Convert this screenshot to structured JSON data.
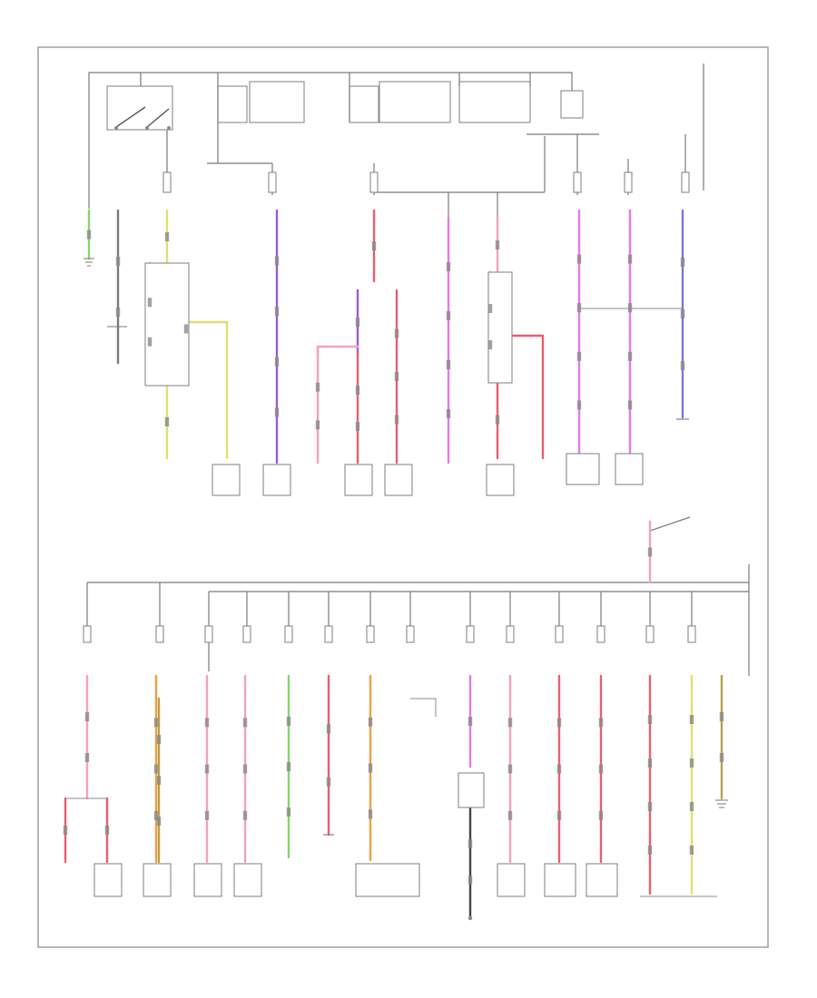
{
  "diagram": {
    "footer_code": "",
    "colors": {
      "line": "#7a7a7a",
      "frame": "#9a9a9a",
      "wire_pink": "#f2a3b8",
      "wire_red": "#e95f6f",
      "wire_magenta": "#e678e6",
      "wire_violet": "#9a5fc9",
      "wire_blue": "#7777e6",
      "wire_green": "#86d66e",
      "wire_yellow": "#e0e070",
      "wire_orange": "#f0a040",
      "wire_olive": "#b8a14a",
      "wire_gray": "#7a7a7a",
      "wire_dark": "#444444"
    },
    "upper_wires": [
      {
        "id": "w-green-left",
        "color": "wire_green"
      },
      {
        "id": "w-gray-left",
        "color": "wire_gray"
      },
      {
        "id": "w-yellow-1",
        "color": "wire_yellow"
      },
      {
        "id": "w-pink-module",
        "color": "wire_pink"
      },
      {
        "id": "w-violet-1",
        "color": "wire_violet"
      },
      {
        "id": "w-violet-2",
        "color": "wire_violet"
      },
      {
        "id": "w-pink-2",
        "color": "wire_pink"
      },
      {
        "id": "w-red-1",
        "color": "wire_red"
      },
      {
        "id": "w-magenta-1",
        "color": "wire_magenta"
      },
      {
        "id": "w-pink-3",
        "color": "wire_pink"
      },
      {
        "id": "w-red-2",
        "color": "wire_red"
      },
      {
        "id": "w-magenta-2",
        "color": "wire_magenta"
      },
      {
        "id": "w-magenta-3",
        "color": "wire_magenta"
      },
      {
        "id": "w-blue-1",
        "color": "wire_blue"
      }
    ],
    "lower_wires": [
      {
        "id": "l-pink-1",
        "color": "wire_pink"
      },
      {
        "id": "l-orange-1",
        "color": "wire_orange"
      },
      {
        "id": "l-pink-2",
        "color": "wire_pink"
      },
      {
        "id": "l-pink-3",
        "color": "wire_pink"
      },
      {
        "id": "l-green-1",
        "color": "wire_green"
      },
      {
        "id": "l-red-1",
        "color": "wire_red"
      },
      {
        "id": "l-orange-2",
        "color": "wire_orange"
      },
      {
        "id": "l-magenta-1",
        "color": "wire_magenta"
      },
      {
        "id": "l-pink-4",
        "color": "wire_pink"
      },
      {
        "id": "l-red-2",
        "color": "wire_red"
      },
      {
        "id": "l-pink-5",
        "color": "wire_pink"
      },
      {
        "id": "l-yellow-1",
        "color": "wire_yellow"
      },
      {
        "id": "l-olive-1",
        "color": "wire_olive"
      }
    ]
  }
}
